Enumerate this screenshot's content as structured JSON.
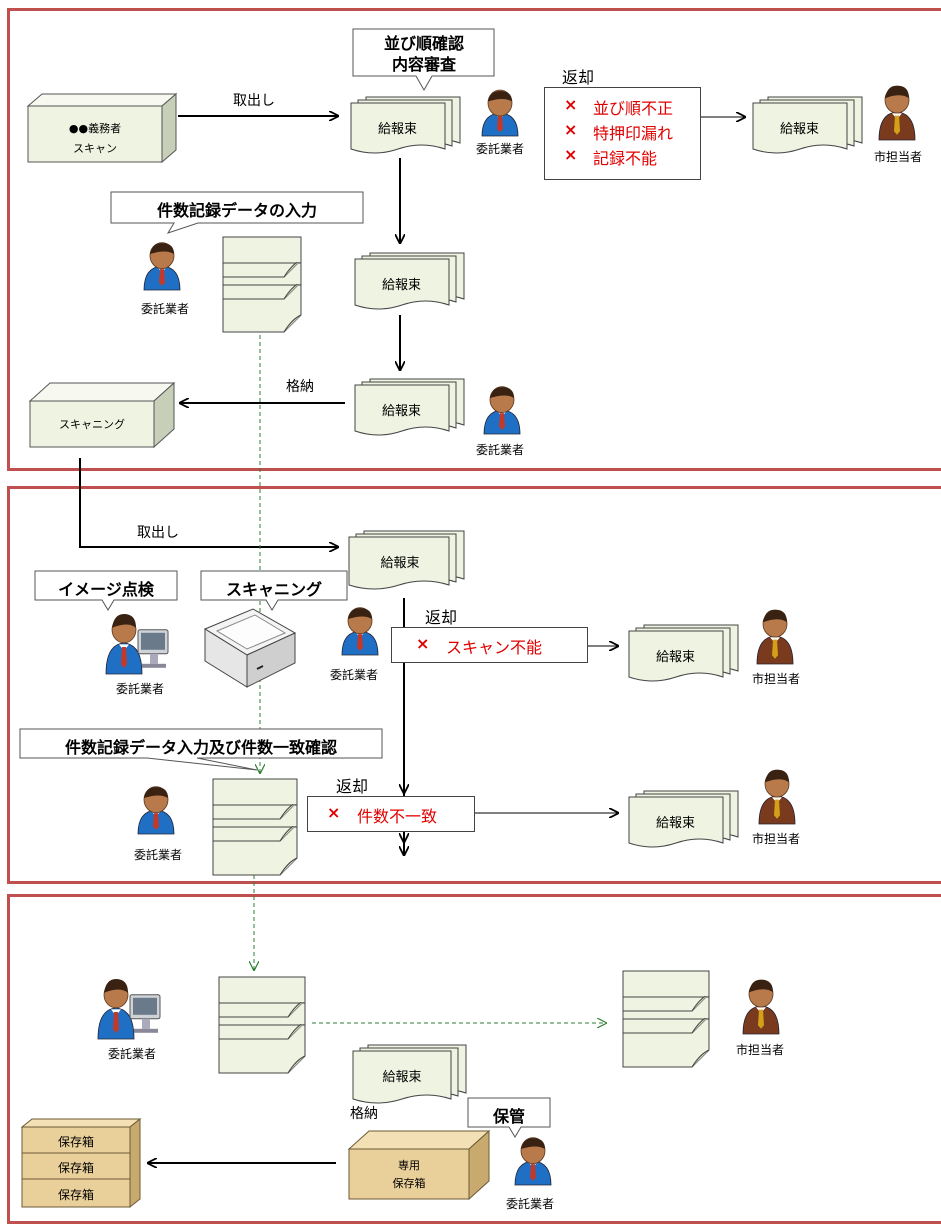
{
  "bundle_label": "給報束",
  "record_data_line1": "件数記録",
  "record_data_line2": "データ",
  "contractor": "委託業者",
  "city_staff": "市担当者",
  "section1": {
    "callout_order_check_line1": "並び順確認",
    "callout_order_check_line2": "内容審査",
    "scan_box_line1": "●●義務者",
    "scan_box_line2": "スキャン",
    "take_out": "取出し",
    "return_label": "返却",
    "return_reasons": [
      "並び順不正",
      "特押印漏れ",
      "記録不能"
    ],
    "callout_record_input": "件数記録データの入力",
    "store": "格納",
    "scanning_box": "スキャニング"
  },
  "section2": {
    "take_out": "取出し",
    "callout_image_check": "イメージ点検",
    "callout_scanning": "スキャニング",
    "return_label_1": "返却",
    "return_reason_1": "スキャン不能",
    "callout_record_confirm": "件数記録データ入力及び件数一致確認",
    "return_label_2": "返却",
    "return_reason_2": "件数不一致"
  },
  "section3": {
    "store": "格納",
    "callout_keep": "保管",
    "storage_box_line1": "専用",
    "storage_box_line2": "保存箱",
    "archive_boxes": [
      "保存箱",
      "保存箱",
      "保存箱"
    ]
  },
  "cross_mark": "×",
  "colors": {
    "panel_border": "#c0504d",
    "doc_fill": "#eef3e2",
    "box_fill": "#eef3e2",
    "cross": "#e00000",
    "person_shirt": "#1f6fc5",
    "person_staff": "#7a3a1e",
    "storage_wood": "#e9cf9a"
  }
}
